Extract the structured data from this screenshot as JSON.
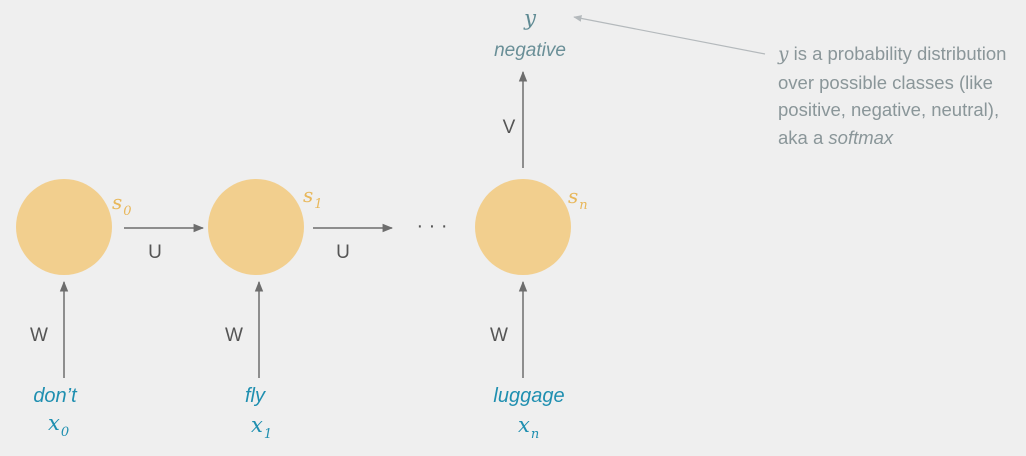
{
  "colors": {
    "background": "#efefef",
    "node_fill": "#f2cf8e",
    "state_label": "#e8b75a",
    "word_label": "#1f8fb0",
    "input_var": "#1f8fb0",
    "output_var": "#5f8a93",
    "output_word": "#6a8f97",
    "arrow": "#6d6d6d",
    "weight_label": "#555555",
    "note_text": "#8a9699"
  },
  "nodes": [
    {
      "state_label": "s",
      "state_sub": "0",
      "word": "don’t",
      "input_var": "x",
      "input_sub": "0",
      "input_weight": "W"
    },
    {
      "state_label": "s",
      "state_sub": "1",
      "word": "fly",
      "input_var": "x",
      "input_sub": "1",
      "input_weight": "W"
    },
    {
      "state_label": "s",
      "state_sub": "n",
      "word": "luggage",
      "input_var": "x",
      "input_sub": "n",
      "input_weight": "W"
    }
  ],
  "edges": [
    {
      "label": "U"
    },
    {
      "label": "U"
    }
  ],
  "ellipsis": "· · ·",
  "output": {
    "weight": "V",
    "var": "y",
    "word": "negative"
  },
  "note": {
    "var": "y",
    "text_1": " is a probability distribution over possible classes (like positive, negative, neutral), aka a ",
    "text_em": "softmax"
  }
}
